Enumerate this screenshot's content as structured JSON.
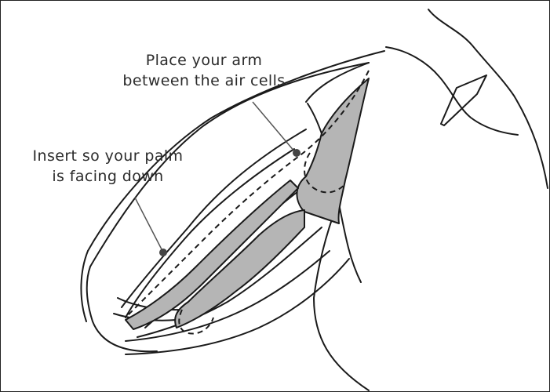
{
  "callouts": {
    "arm": {
      "line1": "Place your arm",
      "line2": "between the air cells"
    },
    "palm": {
      "line1": "Insert so your palm",
      "line2": "is facing down"
    }
  },
  "colors": {
    "outline": "#1a1a1a",
    "air_cell_fill": "#b5b5b5",
    "text": "#2b2b2b",
    "background": "#ffffff"
  }
}
